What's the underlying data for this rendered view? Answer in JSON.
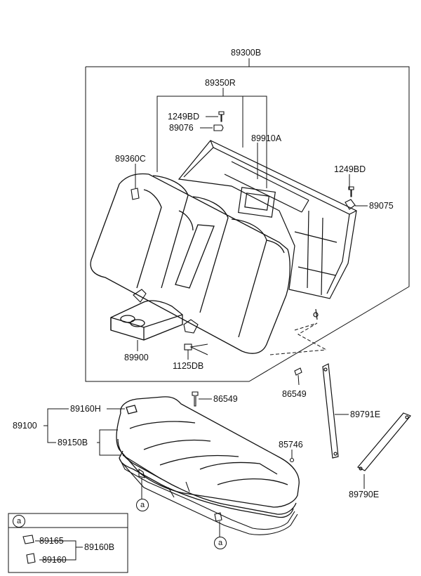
{
  "parts": {
    "assy_back": "89300B",
    "back_frame": "89350R",
    "bolt_top": "1249BD",
    "clip_top": "89076",
    "back_board": "89910A",
    "back_cover": "89360C",
    "bolt_right": "1249BD",
    "hook_right": "89075",
    "armrest": "89900",
    "bolt_armrest": "1125DB",
    "bolt_mid": "86549",
    "bolt_cushion": "86549",
    "bracket_long": "89791E",
    "cushion_assy": "89100",
    "cushion_cover": "89160H",
    "cushion_pad": "89150B",
    "clip_small": "85746",
    "bracket_right": "89790E"
  },
  "callout": {
    "marker": "a",
    "clip_a": "89165",
    "clip_b": "89160",
    "group": "89160B"
  },
  "markers": {
    "left": "a",
    "right": "a"
  }
}
